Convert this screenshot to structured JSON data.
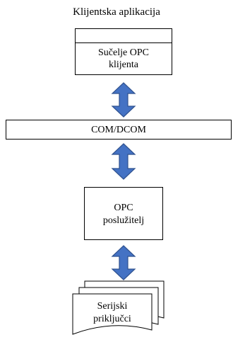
{
  "diagram": {
    "title": "Klijentska aplikacija",
    "client_interface": {
      "line1": "Sučelje OPC",
      "line2": "klijenta"
    },
    "com_layer": "COM/DCOM",
    "server": {
      "line1": "OPC",
      "line2": "poslužitelj"
    },
    "serial_ports": {
      "line1": "Serijski",
      "line2": "priključci"
    },
    "arrow_color": "#4472C4",
    "arrow_border_color": "#2F528F"
  }
}
